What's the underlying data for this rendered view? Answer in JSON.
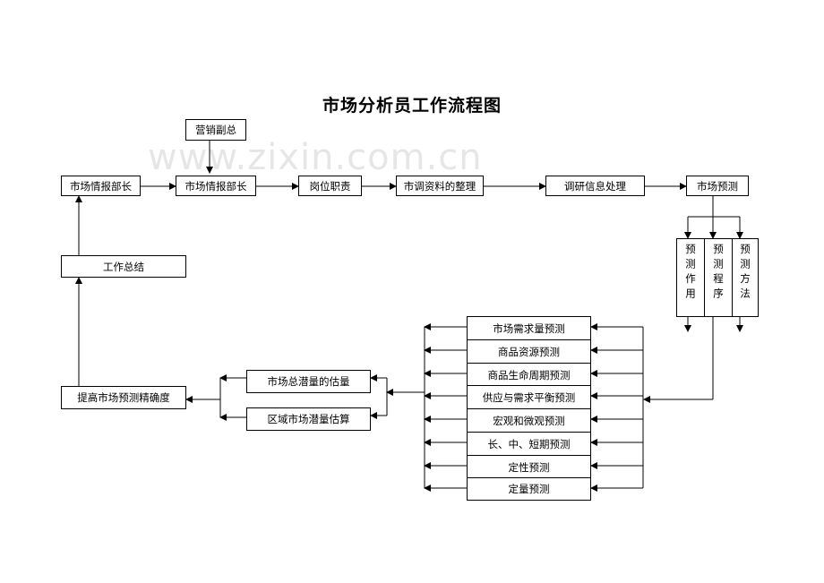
{
  "title": "市场分析员工作流程图",
  "watermark": "www.zixin.com.cn",
  "nodes": {
    "vp_marketing": "营销副总",
    "market_intel_head_left": "市场情报部长",
    "market_intel_head": "市场情报部长",
    "job_duties": "岗位职责",
    "research_data": "市调资料的整理",
    "research_info": "调研信息处理",
    "market_forecast": "市场预测",
    "forecast_role": "预测作用",
    "forecast_procedure": "预测程序",
    "forecast_method": "预测方法",
    "work_summary": "工作总结",
    "improve_accuracy": "提高市场预测精确度",
    "total_potential": "市场总潜量的估量",
    "regional_potential": "区域市场潜量估算"
  },
  "forecast_items": [
    "市场需求量预测",
    "商品资源预测",
    "商品生命周期预测",
    "供应与需求平衡预测",
    "宏观和微观预测",
    "长、中、短期预测",
    "定性预测",
    "定量预测"
  ]
}
